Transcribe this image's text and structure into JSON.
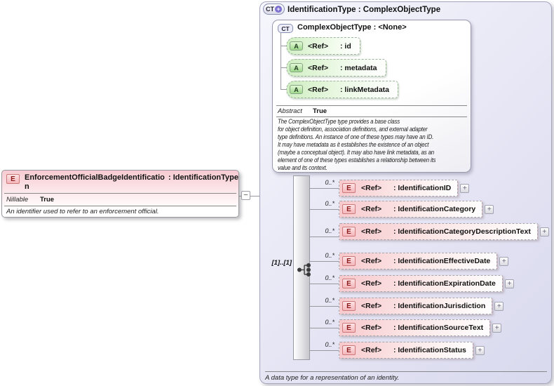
{
  "icons": {
    "element": "E",
    "attribute": "A",
    "complex_type": "CT",
    "plus": "+",
    "minus": "−"
  },
  "left_element": {
    "name": "EnforcementOfficialBadgeIdentification",
    "type_suffix": ": IdentificationType",
    "nillable_label": "Nillable",
    "nillable_value": "True",
    "description": "An identifier used to refer to an enforcement official."
  },
  "panel": {
    "title": "IdentificationType : ComplexObjectType",
    "footer": "A data type for a representation of an identity.",
    "base_type": {
      "title": "ComplexObjectType : <None>",
      "attributes": [
        {
          "ref": "<Ref>",
          "name": ": id"
        },
        {
          "ref": "<Ref>",
          "name": ": metadata"
        },
        {
          "ref": "<Ref>",
          "name": ": linkMetadata"
        }
      ],
      "abstract_label": "Abstract",
      "abstract_value": "True",
      "description": "The ComplexObjectType type provides a base class\nfor object definition, association definitions, and external adapter\ntype definitions. An instance of one of these types may have an ID.\nIt may have metadata as it establishes the existence of an object\n(maybe a conceptual object). It may also have link metadata, as an\nelement of one of these types establishes a relationship between its\nvalue and its context."
    },
    "sequence": {
      "cardinality": "[1]..[1]",
      "elements": [
        {
          "occurs": "0..*",
          "ref": "<Ref>",
          "name": ": IdentificationID"
        },
        {
          "occurs": "0..*",
          "ref": "<Ref>",
          "name": ": IdentificationCategory"
        },
        {
          "occurs": "0..*",
          "ref": "<Ref>",
          "name": ": IdentificationCategoryDescriptionText"
        },
        {
          "occurs": "0..*",
          "ref": "<Ref>",
          "name": ": IdentificationEffectiveDate"
        },
        {
          "occurs": "0..*",
          "ref": "<Ref>",
          "name": ": IdentificationExpirationDate"
        },
        {
          "occurs": "0..*",
          "ref": "<Ref>",
          "name": ": IdentificationJurisdiction"
        },
        {
          "occurs": "0..*",
          "ref": "<Ref>",
          "name": ": IdentificationSourceText"
        },
        {
          "occurs": "0..*",
          "ref": "<Ref>",
          "name": ": IdentificationStatus"
        }
      ]
    }
  }
}
